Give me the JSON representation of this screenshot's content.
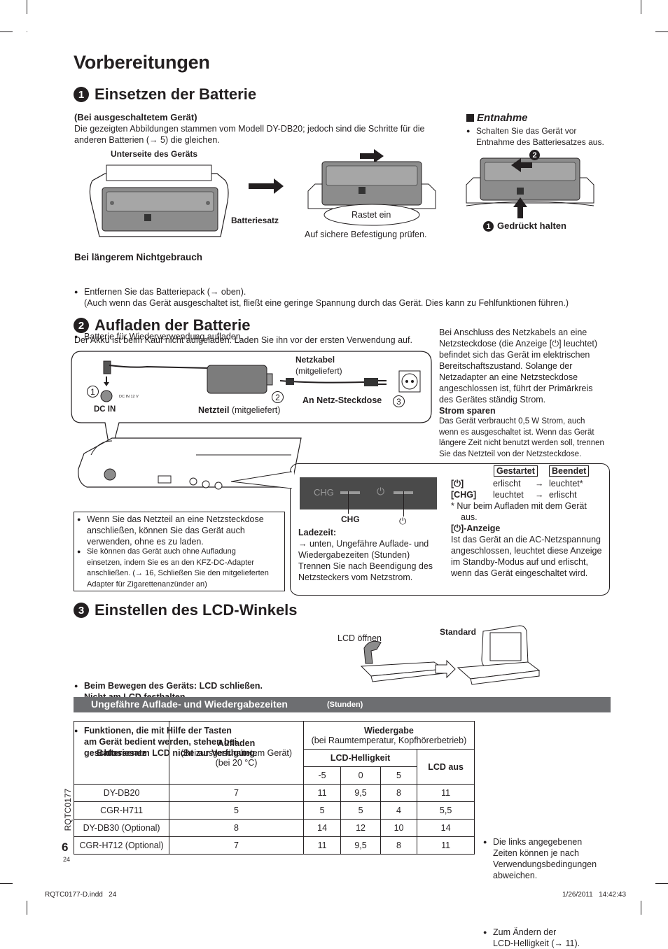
{
  "page_title": "Vorbereitungen",
  "section1": {
    "num": "1",
    "title": "Einsetzen der Batterie",
    "subhead": "(Bei ausgeschaltetem Gerät)",
    "intro_line1": "Die gezeigten Abbildungen stammen vom Modell DY-DB20; jedoch sind die Schritte für die",
    "intro_line2": "anderen Batterien (→ 5) die gleichen.",
    "fig_label_bottom_side": "Unterseite des Geräts",
    "fig_label_battery": "Batteriesatz",
    "fig_label_click": "Rastet ein",
    "fig_label_check": "Auf sichere Befestigung prüfen.",
    "removal_title": "Entnahme",
    "removal_bullet_line1": "Schalten Sie das Gerät vor",
    "removal_bullet_line2": "Entnahme des Batteriesatzes aus.",
    "removal_step2": "2",
    "removal_step1": "1",
    "removal_hold": "Gedrückt halten",
    "nonuse_title": "Bei längerem Nichtgebrauch",
    "nonuse_bullet1": "Entfernen Sie das Batteriepack (→ oben).",
    "nonuse_bullet1b": "(Auch wenn das Gerät ausgeschaltet ist, fließt eine geringe Spannung durch das Gerät. Dies kann zu Fehlfunktionen führen.)",
    "nonuse_bullet2": "Batterie für Wiederverwendung aufladen."
  },
  "section2": {
    "num": "2",
    "title": "Aufladen der Batterie",
    "intro": "Der Akku ist beim Kauf nicht aufgeladen. Laden Sie ihn vor der ersten Verwendung auf.",
    "right_text": [
      "Bei Anschluss des Netzkabels an eine",
      "Netzsteckdose (die Anzeige [⏻] leuchtet)",
      "befindet sich das Gerät im elektrischen",
      "Bereitschaftszustand. Solange der",
      "Netzadapter an eine Netzsteckdose",
      "angeschlossen ist, führt der Primärkreis",
      "des Gerätes ständig Strom."
    ],
    "power_save_title": "Strom sparen",
    "power_save_text": [
      "Das Gerät verbraucht 0,5 W Strom, auch",
      "wenn es ausgeschaltet ist. Wenn das Gerät",
      "längere Zeit nicht benutzt werden soll, trennen",
      "Sie das Netzteil von der Netzsteckdose."
    ],
    "label_netzkabel": "Netzkabel",
    "label_netzkabel_sub": "(mitgeliefert)",
    "label_dcin": "DC IN",
    "label_dcin_small": "DC IN 12 V",
    "label_netzteil": "Netzteil",
    "label_netzteil_sub": "(mitgeliefert)",
    "label_socket": "An Netz-Steckdose",
    "step1": "1",
    "step2": "2",
    "step3": "3",
    "note_bullet1": [
      "Wenn Sie das Netzteil an eine Netzsteckdose",
      "anschließen, können Sie das Gerät auch",
      "verwenden, ohne es zu laden."
    ],
    "note_bullet2": [
      "Sie können das Gerät auch ohne Aufladung",
      "einsetzen, indem Sie es an den KFZ-DC-Adapter",
      "anschließen. (→ 16, Schließen Sie den mitgelieferten",
      "Adapter für Zigarettenanzünder an)"
    ],
    "panel_chg": "CHG",
    "label_chg": "CHG",
    "ladezeit_title": "Ladezeit:",
    "ladezeit_text": [
      "→ unten, Ungefähre Auflade- und",
      "Wiedergabezeiten (Stunden)",
      "Trennen Sie nach Beendigung des",
      "Netzsteckers vom Netzstrom."
    ],
    "status_col1": "Gestartet",
    "status_col2": "Beendet",
    "status_row1_label": "[⏻]",
    "status_row1_a": "erlischt",
    "status_row1_b": "leuchtet*",
    "status_row2_label": "[CHG]",
    "status_row2_a": "leuchtet",
    "status_row2_b": "erlischt",
    "arrow": "→",
    "status_note": [
      "*  Nur beim Aufladen mit dem Gerät",
      "aus."
    ],
    "indicator_title": "[⏻]-Anzeige",
    "indicator_text": [
      "Ist das Gerät an die AC-Netzspannung",
      "angeschlossen, leuchtet diese Anzeige",
      "im Standby-Modus auf und erlischt,",
      "wenn das Gerät eingeschaltet wird."
    ]
  },
  "section3": {
    "num": "3",
    "title": "Einstellen des LCD-Winkels",
    "bullet1": [
      "Beim Bewegen des Geräts: LCD schließen.",
      "Nicht am LCD festhalten."
    ],
    "bullet2": [
      "Funktionen, die mit Hilfe der Tasten",
      "am Gerät bedient werden, stehen bei",
      "geschlossenem LCD nicht zur Verfügung."
    ],
    "label_open": "LCD öffnen",
    "label_standard": "Standard"
  },
  "times": {
    "banner": "Ungefähre Auflade- und Wiedergabezeiten",
    "banner_unit": "(Stunden)",
    "col_battery": "Batteriesatz",
    "col_charge": "Aufladen",
    "col_charge_sub1": "(Bei ausgeschaltetem Gerät)",
    "col_charge_sub2": "(bei 20 °C)",
    "col_play": "Wiedergabe",
    "col_play_sub": "(bei Raumtemperatur, Kopfhörerbetrieb)",
    "col_brightness": "LCD-Helligkeit",
    "col_lcd_off": "LCD aus",
    "levels": [
      "-5",
      "0",
      "5"
    ],
    "rows": [
      {
        "name": "DY-DB20",
        "charge": "7",
        "m5": "11",
        "z": "9,5",
        "p5": "8",
        "off": "11"
      },
      {
        "name": "CGR-H711",
        "charge": "5",
        "m5": "5",
        "z": "5",
        "p5": "4",
        "off": "5,5"
      },
      {
        "name": "DY-DB30 (Optional)",
        "charge": "8",
        "m5": "14",
        "z": "12",
        "p5": "10",
        "off": "14"
      },
      {
        "name": "CGR-H712 (Optional)",
        "charge": "7",
        "m5": "11",
        "z": "9,5",
        "p5": "8",
        "off": "11"
      }
    ],
    "side_bullet1": [
      "Die links angegebenen",
      "Zeiten können je nach",
      "Verwendungsbedingungen",
      "abweichen."
    ],
    "side_bullet2": [
      "Zum Ändern der",
      "LCD-Helligkeit (→ 11)."
    ]
  },
  "footer": {
    "doc_code": "RQTC0177",
    "page_num": "6",
    "sheet_num": "24",
    "file": "RQTC0177-D.indd   24",
    "date": "1/26/2011   14:42:43"
  }
}
